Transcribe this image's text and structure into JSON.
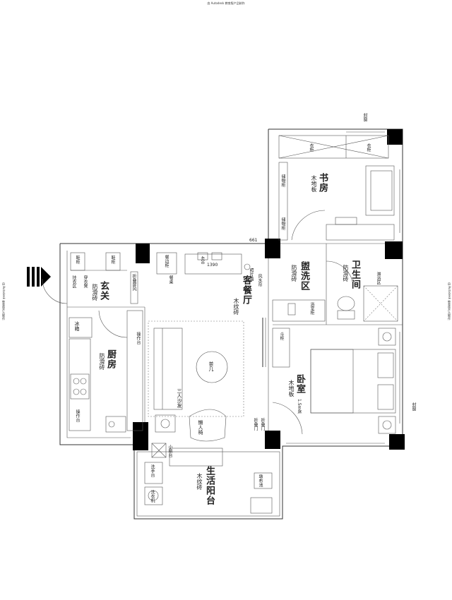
{
  "header_note": "由 Autodesk 教育版产品制作",
  "edge_note": "由 Autodesk 教育版产品制作",
  "rooms": {
    "study": {
      "name": "书房",
      "floor": "木地板"
    },
    "wash": {
      "name": "盥洗区",
      "floor": "防滑砖"
    },
    "bath": {
      "name": "卫生间",
      "floor": "防滑砖"
    },
    "entry": {
      "name": "玄关",
      "floor": "防滑砖"
    },
    "dining": {
      "name": "客餐厅",
      "floor": "木纹砖"
    },
    "kitchen": {
      "name": "厨房",
      "floor": "防滑砖"
    },
    "bedroom": {
      "name": "卧室",
      "floor": "木地板"
    },
    "balcony": {
      "name": "生活阳台",
      "floor": "木纹砖"
    }
  },
  "furniture": {
    "wardrobe_1": "衣柜",
    "wardrobe_2": "衣柜",
    "storage_1": "储物柜",
    "storage_2": "储物柜",
    "shoe_cabinet_1": "鞋柜",
    "shoe_cabinet_2": "鞋柜",
    "hang_area": "挂衣区",
    "changing_stool": "穿衣凳",
    "folding_screen": "折叠屏风",
    "side_cabinet": "餐边柜",
    "dining_table": "餐桌",
    "photo_wall": "照片墙",
    "wind_curtain": "风水帘",
    "shower_area": "淋浴区",
    "fridge": "冰箱",
    "work_counter_1": "操作台",
    "work_counter_2": "操作台",
    "sofa": "三人沙发",
    "coffee_table": "茶几",
    "lazy_chair": "懒人椅",
    "fold_door_1": "折叠门",
    "fold_door_2": "折叠门",
    "bar_counter": "小吧台",
    "bed_size": "1.5m床",
    "wash_basin": "洗手台",
    "washer": "洗衣机",
    "mop_pool": "墩布池",
    "cabinet": "斗柜",
    "wash_cab": "浴室柜",
    "dim_1390": "1390",
    "dim_400": "400",
    "dim_661": "661",
    "seal_window_1": "封窗",
    "seal_window_2": "封窗"
  }
}
